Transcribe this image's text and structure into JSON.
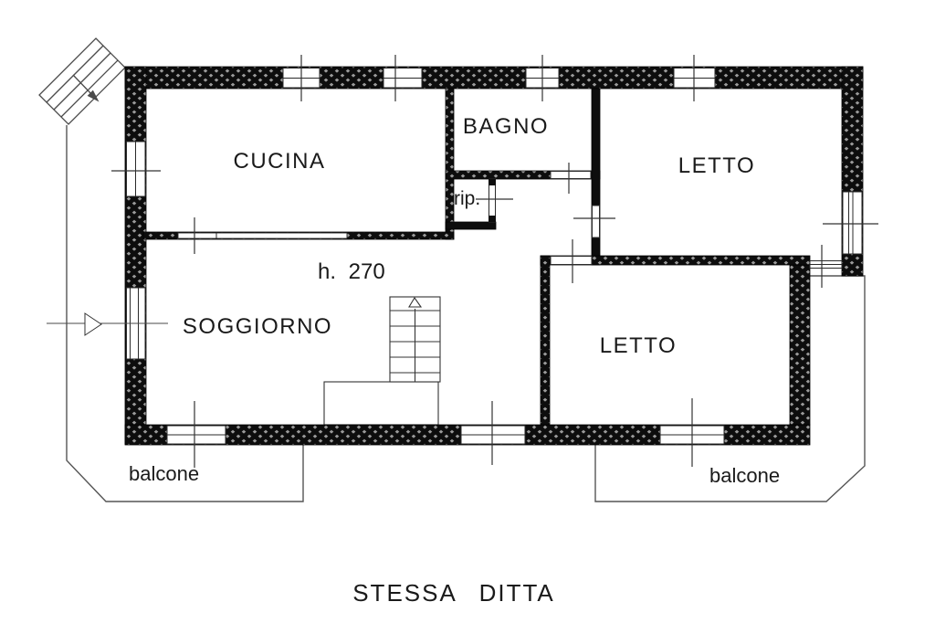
{
  "floor_plan": {
    "caption": "STESSA DITTA",
    "rooms": [
      {
        "name": "cucina",
        "label": "CUCINA"
      },
      {
        "name": "bagno",
        "label": "BAGNO"
      },
      {
        "name": "letto_top",
        "label": "LETTO"
      },
      {
        "name": "letto_bottom",
        "label": "LETTO"
      },
      {
        "name": "soggiorno",
        "label": "SOGGIORNO"
      },
      {
        "name": "ripostiglio",
        "label": "rip."
      }
    ],
    "annotations": {
      "ceiling_height": "h. 270",
      "balcony_left": "balcone",
      "balcony_right": "balcone"
    },
    "colors": {
      "wall_fill": "#0d0d0d",
      "wall_hatch_dot": "#9b9b9b",
      "line": "#1a1a1a",
      "thin_outline": "#4a4a4a",
      "background": "#ffffff"
    }
  }
}
